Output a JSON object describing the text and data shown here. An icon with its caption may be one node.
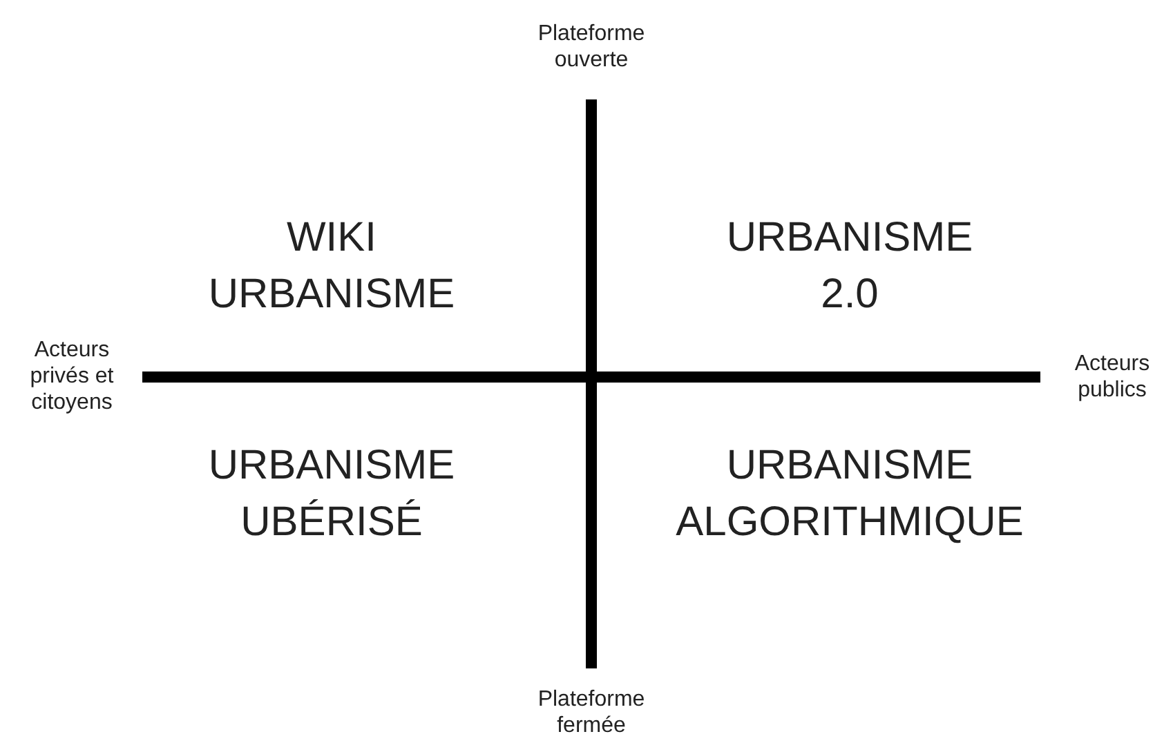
{
  "diagram": {
    "labels": [
      "Plateforme ouverte",
      "WIKI URBANISME",
      "URBANISME 2.0",
      "Acteurs privés et citoyens",
      "Acteurs publics",
      "URBANISME UBÉRISÉ",
      "URBANISME ALGORITHMIQUE",
      "Plateforme fermée"
    ]
  }
}
